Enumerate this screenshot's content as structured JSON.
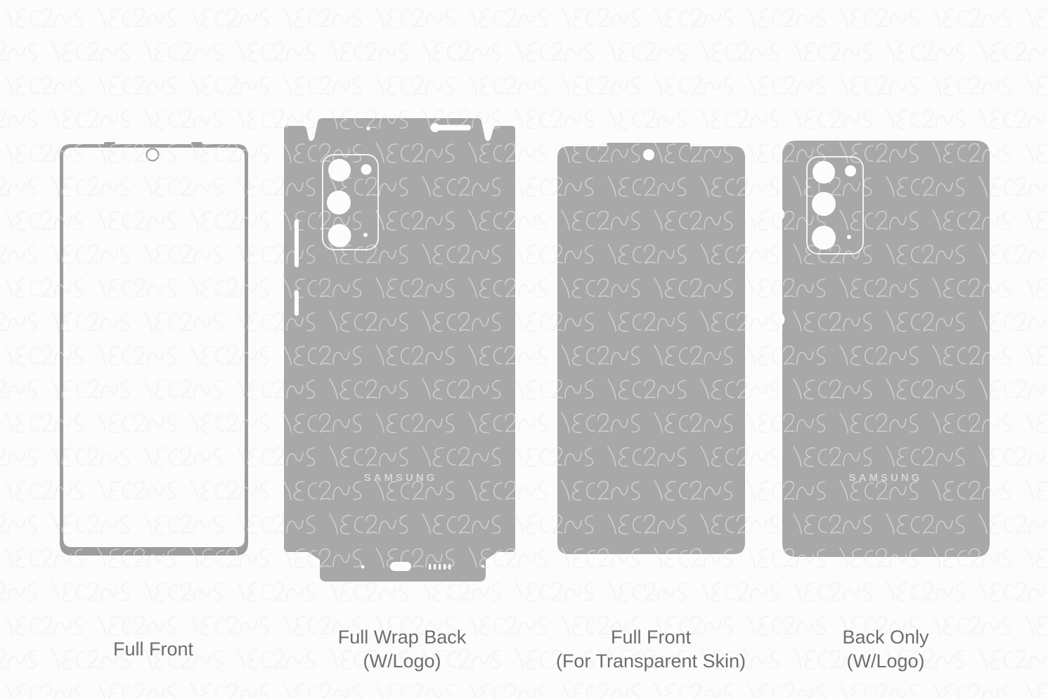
{
  "page": {
    "watermark_text": "VECRAS",
    "colors": {
      "background": "#fcfcfc",
      "watermark_line": "#eaeaea",
      "template_gray": "#a8a8a8",
      "outline_gray": "#9d9d9d",
      "cutout_white": "#fcfcfc",
      "label_text": "#6e6e6e",
      "logo_text": "#d2d2d2"
    }
  },
  "templates": [
    {
      "label": {
        "line1": "Full Front",
        "line2": ""
      }
    },
    {
      "label": {
        "line1": "Full Wrap Back",
        "line2": "(W/Logo)"
      },
      "logo": "SAMSUNG"
    },
    {
      "label": {
        "line1": "Full Front",
        "line2": "(For Transparent Skin)"
      }
    },
    {
      "label": {
        "line1": "Back Only",
        "line2": "(W/Logo)"
      },
      "logo": "SAMSUNG"
    }
  ]
}
